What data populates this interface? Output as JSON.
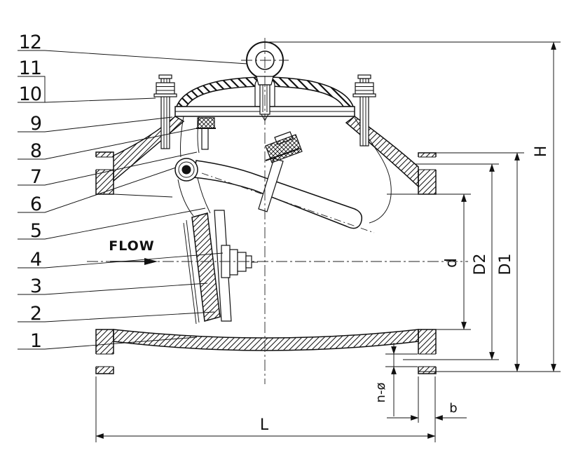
{
  "drawing": {
    "flow_label": "FLOW",
    "part_numbers": [
      "1",
      "2",
      "3",
      "4",
      "5",
      "6",
      "7",
      "8",
      "9",
      "10",
      "11",
      "12"
    ],
    "dim_height": "H",
    "dim_length": "L",
    "dim_bore": "d",
    "dim_bolt_circle": "D2",
    "dim_flange_od": "D1",
    "dim_bolt_holes": "n-ø",
    "dim_flange_thickness": "b"
  },
  "colors": {
    "ink": "#111111",
    "background": "#ffffff"
  }
}
